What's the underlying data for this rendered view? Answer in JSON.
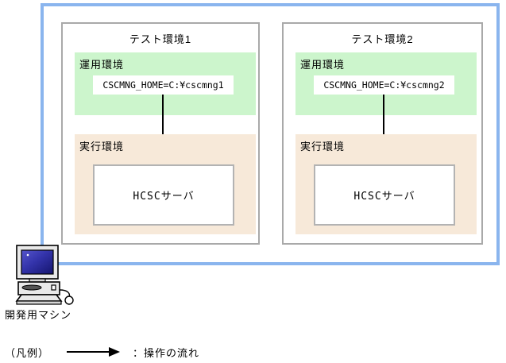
{
  "diagram": {
    "environments": [
      {
        "title": "テスト環境1",
        "operation_env": {
          "label": "運用環境",
          "home_value": "CSCMNG_HOME=C:¥cscmng1"
        },
        "execution_env": {
          "label": "実行環境",
          "server_label": "HCSCサーバ"
        }
      },
      {
        "title": "テスト環境2",
        "operation_env": {
          "label": "運用環境",
          "home_value": "CSCMNG_HOME=C:¥cscmng2"
        },
        "execution_env": {
          "label": "実行環境",
          "server_label": "HCSCサーバ"
        }
      }
    ],
    "machine": {
      "icon": "desktop-computer",
      "label": "開発用マシン"
    },
    "legend": {
      "prefix": "（凡例）",
      "arrow_meaning": "：操作の流れ"
    },
    "colors": {
      "machine_boundary_border": "#8ab5ee",
      "operation_env_bg": "#ccf5cc",
      "execution_env_bg": "#f7e9d9",
      "box_border_gray": "#a9a9a9",
      "arrow": "#000000",
      "screen_blue_dark": "#1a1a80",
      "screen_blue_light": "#5555cc"
    }
  }
}
